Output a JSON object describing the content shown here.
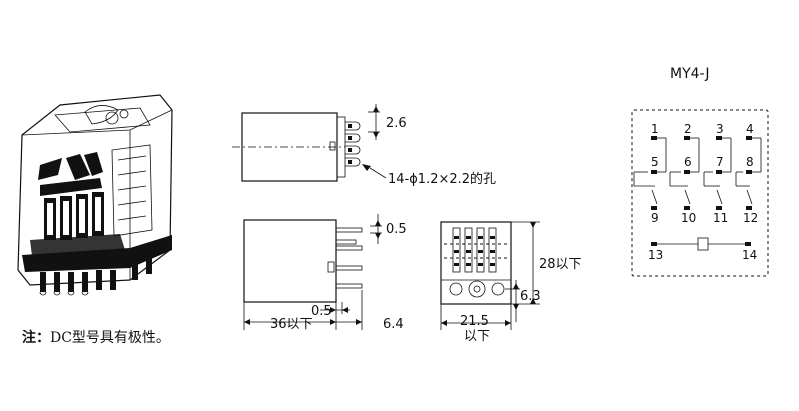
{
  "note": {
    "prefix": "注：",
    "text": "DC型号具有极性。"
  },
  "side_view": {
    "pin_pitch": "2.6",
    "hole_spec": "14-ϕ1.2×2.2的孔"
  },
  "front_view": {
    "pin_thickness": "0.5",
    "body_length": "36以下",
    "bottom_offset": "0.5",
    "pin_length": "6.4"
  },
  "end_view": {
    "height": "28以下",
    "pin_offset": "6.3",
    "width": "21.5",
    "width_suffix": "以下"
  },
  "schematic": {
    "title": "MY4-J",
    "top_pins": [
      "1",
      "2",
      "3",
      "4"
    ],
    "mid_pins": [
      "5",
      "6",
      "7",
      "8"
    ],
    "bottom_pins": [
      "9",
      "10",
      "11",
      "12"
    ],
    "coil_pins": [
      "13",
      "14"
    ]
  }
}
